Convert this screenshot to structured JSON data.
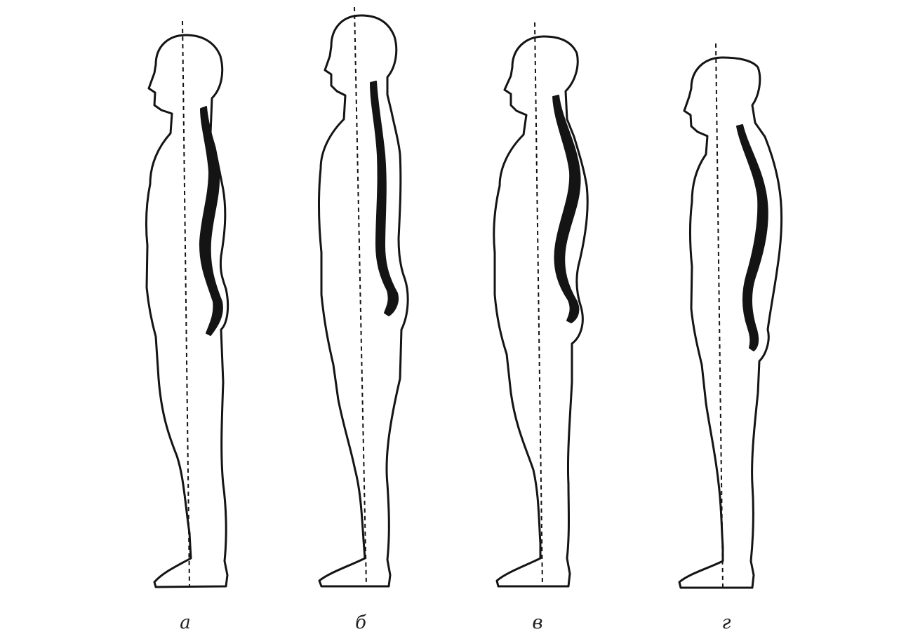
{
  "figures": [
    {
      "label": "а"
    },
    {
      "label": "б"
    },
    {
      "label": "в"
    },
    {
      "label": "г"
    }
  ],
  "colors": {
    "background": "#ffffff",
    "ink": "#141414"
  }
}
